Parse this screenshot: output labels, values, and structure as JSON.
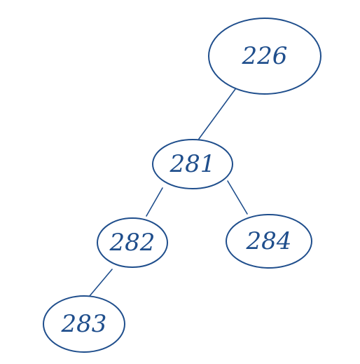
{
  "colors": {
    "ink": "#1f4e8c",
    "background": "#ffffff"
  },
  "tree": {
    "nodes": [
      {
        "id": "n226",
        "label": "226"
      },
      {
        "id": "n281",
        "label": "281"
      },
      {
        "id": "n282",
        "label": "282"
      },
      {
        "id": "n284",
        "label": "284"
      },
      {
        "id": "n283",
        "label": "283"
      }
    ],
    "edges": [
      {
        "from": "n226",
        "to": "n281"
      },
      {
        "from": "n281",
        "to": "n282"
      },
      {
        "from": "n281",
        "to": "n284"
      },
      {
        "from": "n282",
        "to": "n283"
      }
    ]
  }
}
